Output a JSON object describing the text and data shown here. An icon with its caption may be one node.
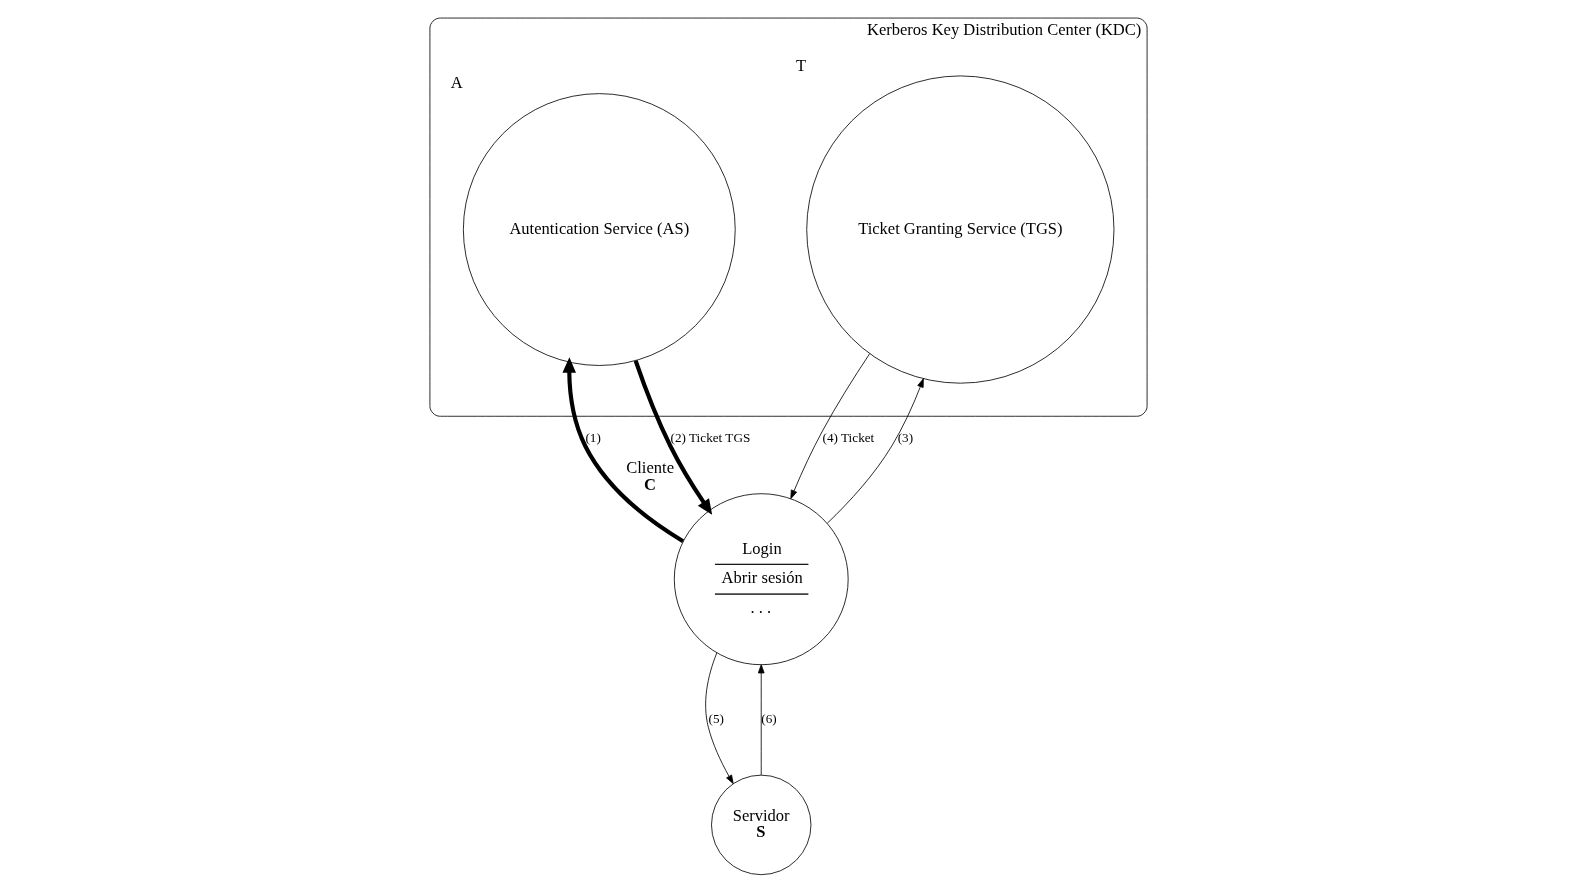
{
  "diagram": {
    "nodes": [
      {
        "text": [
          "Kerberos Key Distribution Center (KDC)"
        ]
      },
      {
        "text": [
          "Autentication Service (AS)"
        ],
        "in": 0,
        "beside": [
          "A"
        ]
      },
      {
        "text": [
          "Ticket Granting Service (TGS)"
        ],
        "in": 0,
        "beside": [
          "T"
        ]
      },
      {
        "text": [
          "Login",
          "Abrir sesión",
          ". . ."
        ],
        "beside": [
          "Cliente",
          "C"
        ]
      },
      {
        "text": [
          "Servidor",
          "S"
        ]
      }
    ],
    "edges": [
      {
        "from": 3,
        "to": 1,
        "arrow": "to",
        "label": "(1)",
        "style": "thick"
      },
      {
        "from": 1,
        "to": 3,
        "arrow": "to",
        "label": "(2) Ticket TGS",
        "style": "thick"
      },
      {
        "from": 3,
        "to": 2,
        "arrow": "to",
        "label": "(3)"
      },
      {
        "from": 2,
        "to": 3,
        "arrow": "to",
        "label": "(4) Ticket"
      },
      {
        "from": 3,
        "to": 4,
        "arrow": "to",
        "label": "(5)"
      },
      {
        "from": 4,
        "to": 3,
        "arrow": "to",
        "label": "(6)"
      }
    ]
  }
}
